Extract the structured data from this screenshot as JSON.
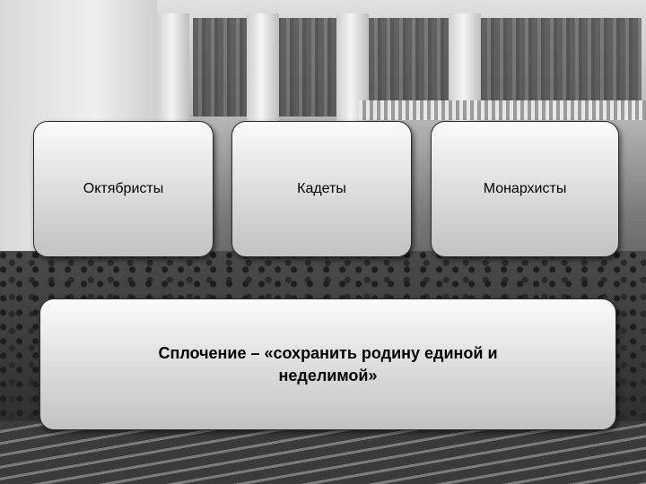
{
  "diagram": {
    "categories": [
      {
        "label": "Октябристы"
      },
      {
        "label": "Кадеты"
      },
      {
        "label": "Монархисты"
      }
    ],
    "result": {
      "text": "Сплочение – «сохранить родину единой и неделимой»"
    }
  }
}
